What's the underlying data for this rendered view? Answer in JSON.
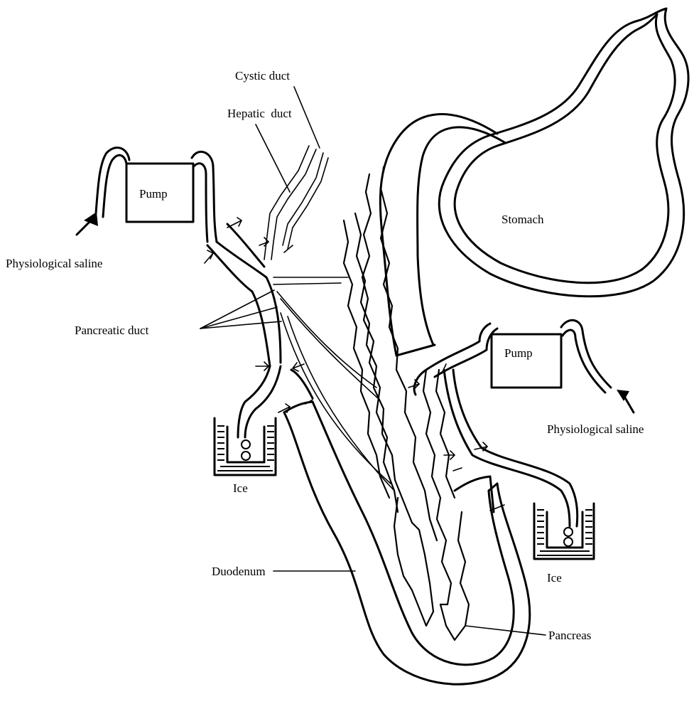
{
  "labels": {
    "cystic_duct": "Cystic duct",
    "hepatic_duct": "Hepatic  duct",
    "pump_left": "Pump",
    "pump_right": "Pump",
    "saline_left": "Physiological saline",
    "saline_right": "Physiological saline",
    "pancreatic_duct": "Pancreatic duct",
    "stomach": "Stomach",
    "ice_left": "Ice",
    "ice_right": "Ice",
    "duodenum": "Duodenum",
    "pancreas": "Pancreas"
  }
}
